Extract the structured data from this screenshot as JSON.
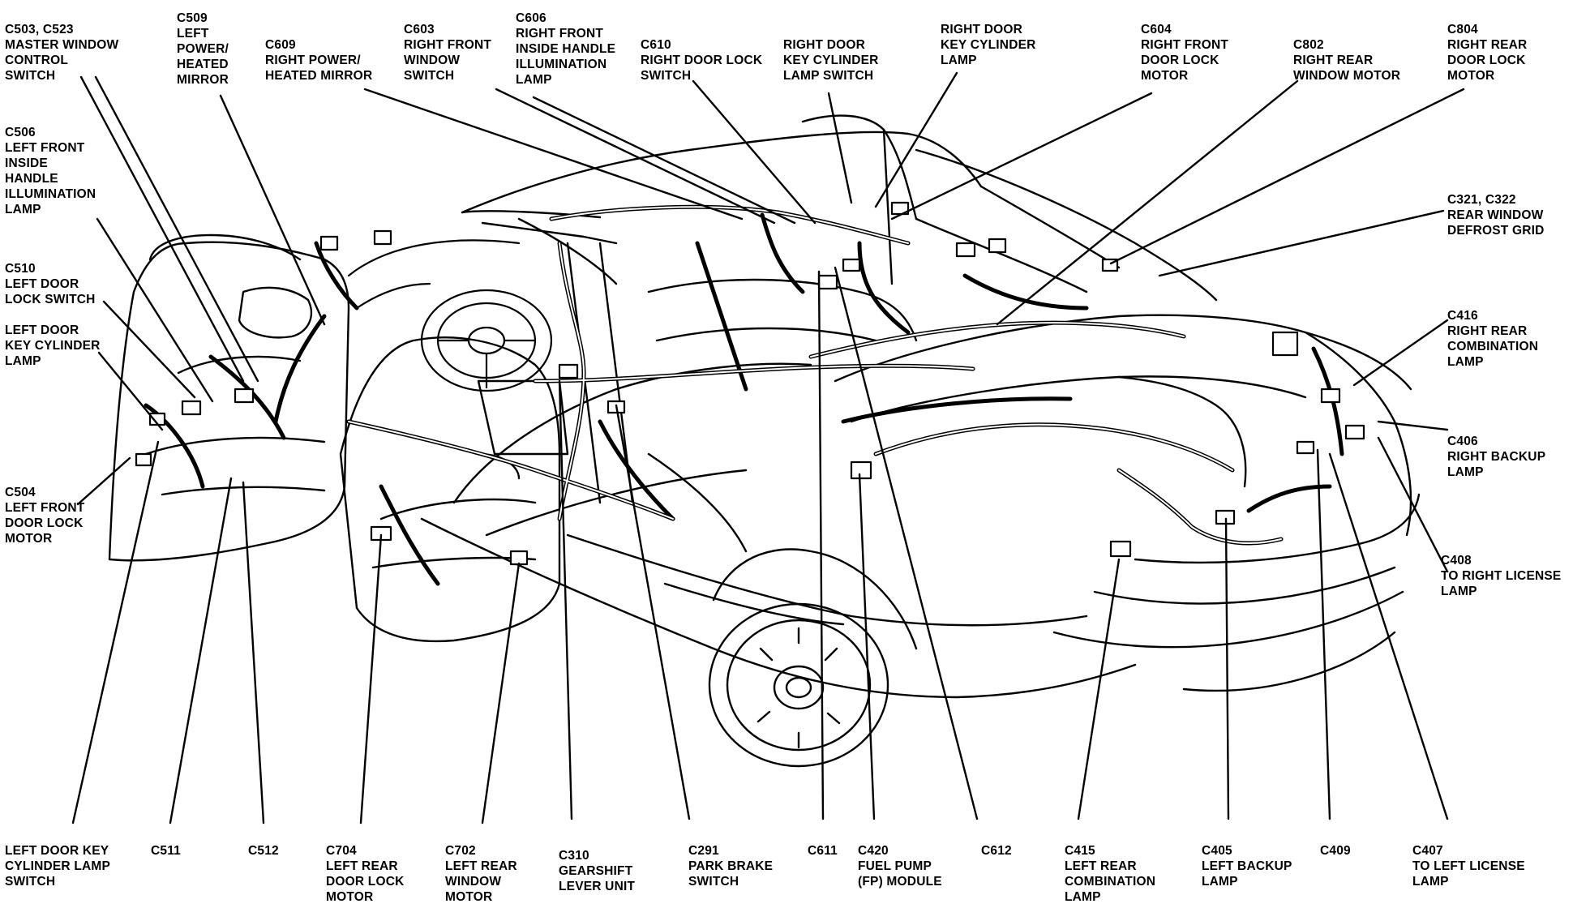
{
  "diagram": {
    "subject": "Vehicle body wiring harness connector locator",
    "colors": {
      "ink": "#000000",
      "paper": "#ffffff"
    },
    "labels": [
      {
        "id": "c503-c523",
        "text": "C503, C523\nMASTER WINDOW\nCONTROL\nSWITCH"
      },
      {
        "id": "c509",
        "text": "C509\nLEFT\nPOWER/\nHEATED\nMIRROR"
      },
      {
        "id": "c609",
        "text": "C609\nRIGHT POWER/\nHEATED MIRROR"
      },
      {
        "id": "c603",
        "text": "C603\nRIGHT FRONT\nWINDOW\nSWITCH"
      },
      {
        "id": "c606",
        "text": "C606\nRIGHT FRONT\nINSIDE HANDLE\nILLUMINATION\nLAMP"
      },
      {
        "id": "c610",
        "text": "C610\nRIGHT DOOR LOCK\nSWITCH"
      },
      {
        "id": "rd-key-lamp-switch",
        "text": "RIGHT DOOR\nKEY CYLINDER\nLAMP SWITCH"
      },
      {
        "id": "rd-key-lamp",
        "text": "RIGHT DOOR\nKEY CYLINDER\nLAMP"
      },
      {
        "id": "c604",
        "text": "C604\nRIGHT FRONT\nDOOR LOCK\nMOTOR"
      },
      {
        "id": "c802",
        "text": "C802\nRIGHT REAR\nWINDOW MOTOR"
      },
      {
        "id": "c804",
        "text": "C804\nRIGHT REAR\nDOOR LOCK\nMOTOR"
      },
      {
        "id": "c506",
        "text": "C506\nLEFT FRONT\nINSIDE\nHANDLE\nILLUMINATION\nLAMP"
      },
      {
        "id": "c510",
        "text": "C510\nLEFT DOOR\nLOCK SWITCH"
      },
      {
        "id": "ld-key-lamp",
        "text": "LEFT DOOR\nKEY CYLINDER\nLAMP"
      },
      {
        "id": "c504",
        "text": "C504\nLEFT FRONT\nDOOR LOCK\nMOTOR"
      },
      {
        "id": "c321-c322",
        "text": "C321, C322\nREAR WINDOW\nDEFROST GRID"
      },
      {
        "id": "c416",
        "text": "C416\nRIGHT REAR\nCOMBINATION\nLAMP"
      },
      {
        "id": "c406",
        "text": "C406\nRIGHT BACKUP\nLAMP"
      },
      {
        "id": "c408",
        "text": "C408\nTO RIGHT LICENSE\nLAMP"
      },
      {
        "id": "ld-key-lamp-switch",
        "text": "LEFT DOOR KEY\nCYLINDER LAMP\nSWITCH"
      },
      {
        "id": "c511",
        "text": "C511"
      },
      {
        "id": "c512",
        "text": "C512"
      },
      {
        "id": "c704",
        "text": "C704\nLEFT REAR\nDOOR LOCK\nMOTOR"
      },
      {
        "id": "c702",
        "text": "C702\nLEFT REAR\nWINDOW\nMOTOR"
      },
      {
        "id": "c310",
        "text": "C310\nGEARSHIFT\nLEVER UNIT"
      },
      {
        "id": "c291",
        "text": "C291\nPARK BRAKE\nSWITCH"
      },
      {
        "id": "c611",
        "text": "C611"
      },
      {
        "id": "c420",
        "text": "C420\nFUEL PUMP\n(FP) MODULE"
      },
      {
        "id": "c612",
        "text": "C612"
      },
      {
        "id": "c415",
        "text": "C415\nLEFT REAR\nCOMBINATION\nLAMP"
      },
      {
        "id": "c405",
        "text": "C405\nLEFT BACKUP\nLAMP"
      },
      {
        "id": "c409",
        "text": "C409"
      },
      {
        "id": "c407",
        "text": "C407\nTO LEFT LICENSE\nLAMP"
      }
    ]
  }
}
